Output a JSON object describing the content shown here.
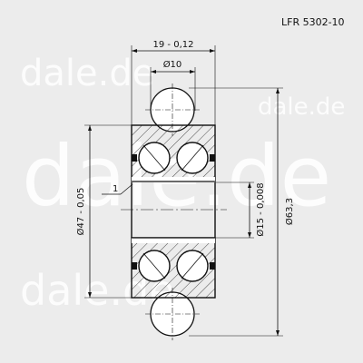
{
  "drawing": {
    "part_number": "LFR 5302-10",
    "dimensions": {
      "width": "19 - 0,12",
      "ball_diameter": "Ø10",
      "outer_diameter": "Ø47 - 0,05",
      "bore_diameter": "Ø15 - 0,008",
      "overall_diameter": "Ø63,3",
      "chamfer": "1"
    },
    "watermarks": [
      "dale.de",
      "dale.de",
      "dale.de",
      "dale.de"
    ]
  }
}
